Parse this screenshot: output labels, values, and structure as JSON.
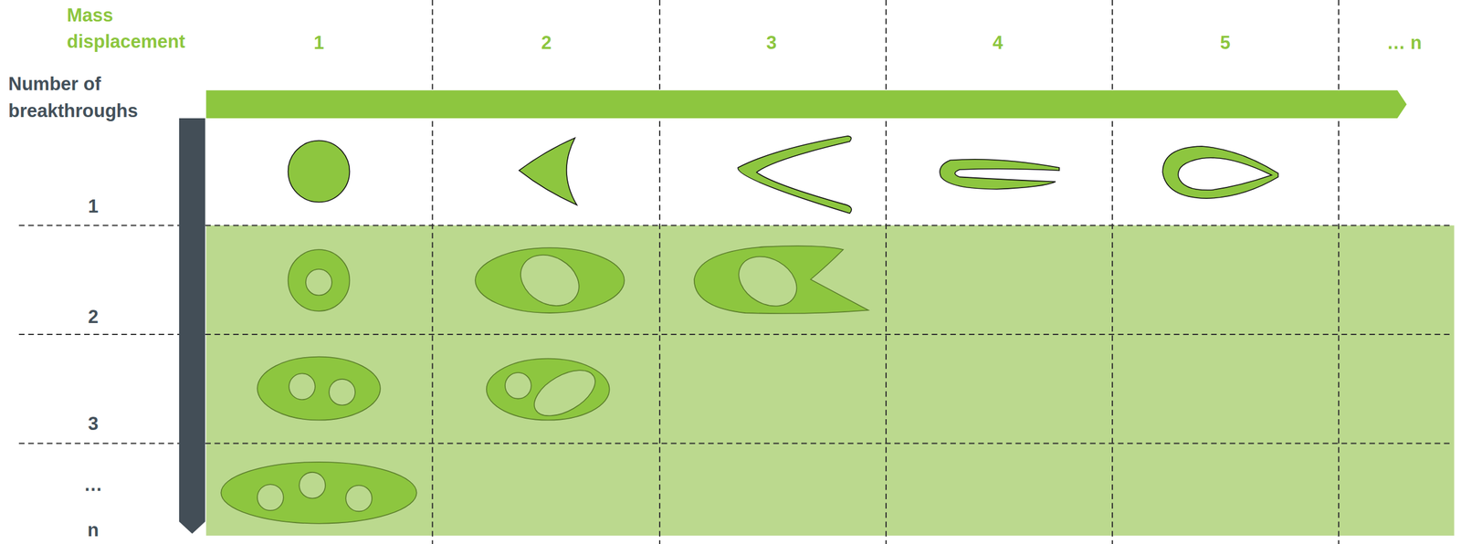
{
  "diagram": {
    "labels": [
      "Mass displacement",
      "1",
      "2",
      "3",
      "4",
      "5",
      "… n",
      "Number of breakthroughs",
      "1",
      "2",
      "3",
      "…",
      "n"
    ]
  }
}
